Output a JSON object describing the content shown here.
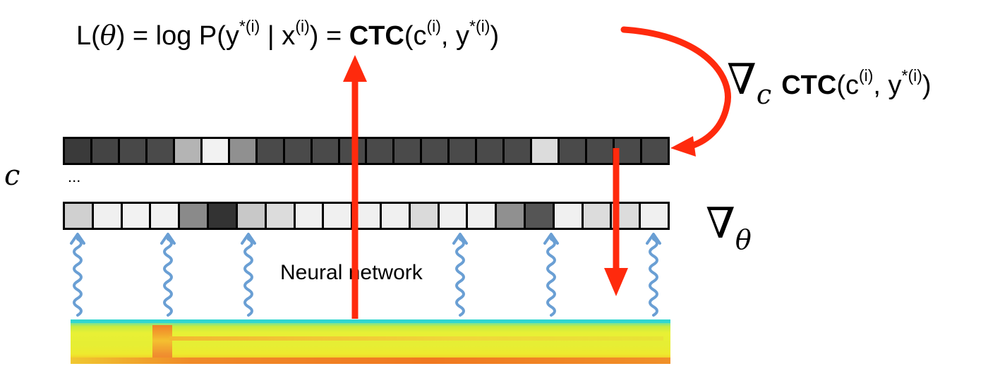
{
  "equation": {
    "L": "L(",
    "theta": "θ",
    "mid": ") = log P(y",
    "sup1": "*(i)",
    "bar": " | x",
    "sup2": "(i)",
    "eq2": ") = ",
    "ctc": "CTC",
    "open": "(c",
    "sup3": "(i)",
    "comma": ", y",
    "sup4": "*(i)",
    "close": ")"
  },
  "grad_c": {
    "nabla": "∇",
    "sub": "c",
    "ctc": "CTC",
    "open": "(c",
    "sup1": "(i)",
    "comma": ", y",
    "sup2": "*(i)",
    "close": ")"
  },
  "grad_theta": {
    "nabla": "∇",
    "sub": "θ"
  },
  "c_label": "c",
  "ellipsis": "...",
  "network_label": "Neural network",
  "colors": {
    "arrow_red": "#ff2a0d",
    "wave_blue": "#6a9fd4",
    "spectro_cyan": "#38d6c8",
    "spectro_yellow": "#e8f035",
    "spectro_orange": "#f07020"
  },
  "top_row_shades": [
    "#3a3a3a",
    "#444",
    "#484848",
    "#4a4a4a",
    "#b4b4b4",
    "#f2f2f2",
    "#909090",
    "#4a4a4a",
    "#4a4a4a",
    "#4a4a4a",
    "#4a4a4a",
    "#4a4a4a",
    "#4a4a4a",
    "#4a4a4a",
    "#4a4a4a",
    "#4a4a4a",
    "#4a4a4a",
    "#dcdcdc",
    "#4a4a4a",
    "#4a4a4a",
    "#4a4a4a",
    "#4a4a4a"
  ],
  "bottom_row_shades": [
    "#d0d0d0",
    "#f0f0f0",
    "#f2f2f2",
    "#f2f2f2",
    "#8a8a8a",
    "#333333",
    "#c8c8c8",
    "#dcdcdc",
    "#f0f0f0",
    "#f0f0f0",
    "#f0f0f0",
    "#f0f0f0",
    "#dadada",
    "#f0f0f0",
    "#f0f0f0",
    "#909090",
    "#555555",
    "#f0f0f0",
    "#dcdcdc",
    "#dcdcdc",
    "#f0f0f0"
  ]
}
